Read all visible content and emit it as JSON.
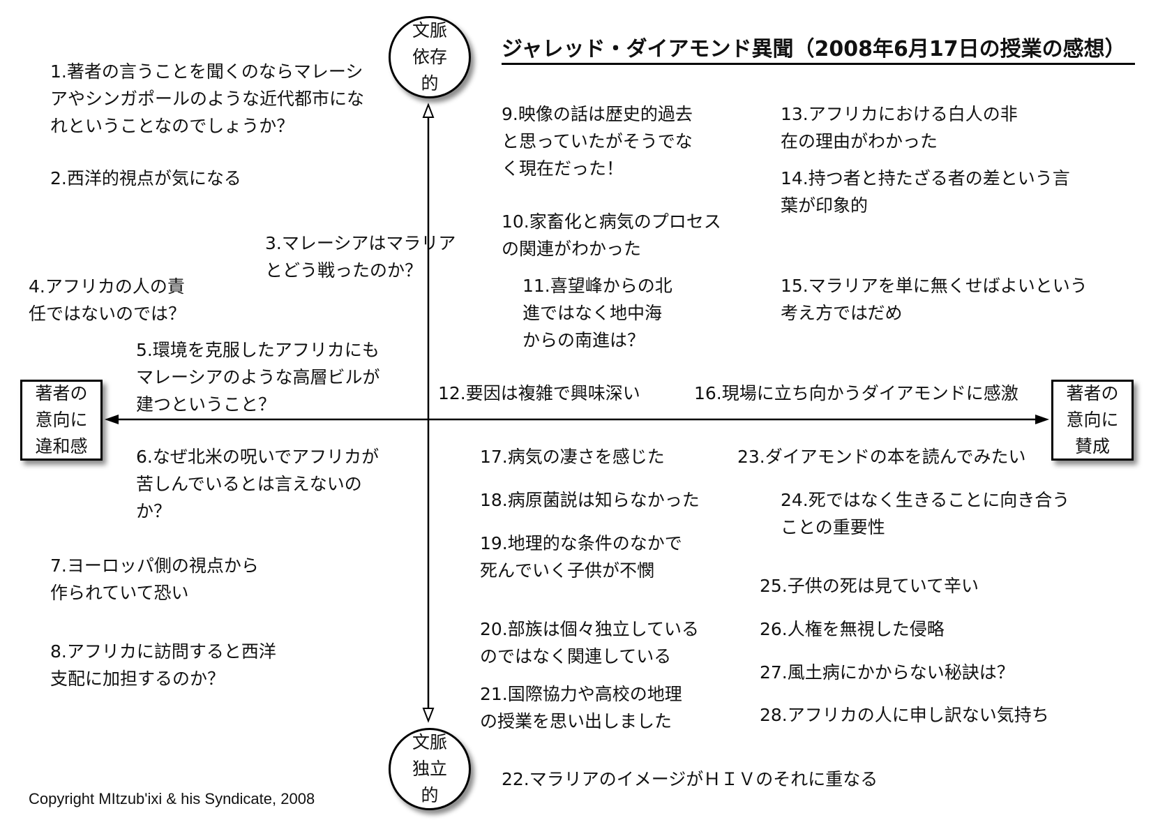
{
  "title": "ジャレッド・ダイアモンド異聞（2008年6月17日の授業の感想）",
  "axes": {
    "top": [
      "文脈",
      "依存",
      "的"
    ],
    "bottom": [
      "文脈",
      "独立",
      "的"
    ],
    "left": [
      "著者の",
      "意向に",
      "違和感"
    ],
    "right": [
      "著者の",
      "意向に",
      "賛成"
    ]
  },
  "comments": [
    {
      "lines": [
        "1.著者の言うことを聞くのならマレーシ",
        "アやシンガポールのような近代都市にな",
        "れということなのでしょうか？"
      ]
    },
    {
      "lines": [
        "2.西洋的視点が気になる"
      ]
    },
    {
      "lines": [
        "3.マレーシアはマラリア",
        "とどう戦ったのか？"
      ]
    },
    {
      "lines": [
        "4.アフリカの人の責",
        "任ではないのでは？"
      ]
    },
    {
      "lines": [
        "5.環境を克服したアフリカにも",
        "マレーシアのような高層ビルが",
        "建つということ？"
      ]
    },
    {
      "lines": [
        "6.なぜ北米の呪いでアフリカが",
        "苦しんでいるとは言えないの",
        "か？"
      ]
    },
    {
      "lines": [
        "7.ヨーロッパ側の視点から",
        "作られていて恐い"
      ]
    },
    {
      "lines": [
        "8.アフリカに訪問すると西洋",
        "支配に加担するのか？"
      ]
    },
    {
      "lines": [
        "9.映像の話は歴史的過去",
        "と思っていたがそうでな",
        "く現在だった！"
      ]
    },
    {
      "lines": [
        "10.家畜化と病気のプロセス",
        "の関連がわかった"
      ]
    },
    {
      "lines": [
        "11.喜望峰からの北",
        "進ではなく地中海",
        "からの南進は？"
      ]
    },
    {
      "lines": [
        "12.要因は複雑で興味深い"
      ]
    },
    {
      "lines": [
        "13.アフリカにおける白人の非",
        "在の理由がわかった"
      ]
    },
    {
      "lines": [
        "14.持つ者と持たざる者の差という言",
        "葉が印象的"
      ]
    },
    {
      "lines": [
        "15.マラリアを単に無くせばよいという",
        "考え方ではだめ"
      ]
    },
    {
      "lines": [
        "16.現場に立ち向かうダイアモンドに感激"
      ]
    },
    {
      "lines": [
        "17.病気の凄さを感じた"
      ]
    },
    {
      "lines": [
        "18.病原菌説は知らなかった"
      ]
    },
    {
      "lines": [
        "19.地理的な条件のなかで",
        "死んでいく子供が不憫"
      ]
    },
    {
      "lines": [
        "20.部族は個々独立している",
        "のではなく関連している"
      ]
    },
    {
      "lines": [
        "21.国際協力や高校の地理",
        "の授業を思い出しました"
      ]
    },
    {
      "lines": [
        "22.マラリアのイメージがＨＩＶのそれに重なる"
      ]
    },
    {
      "lines": [
        "23.ダイアモンドの本を読んでみたい"
      ]
    },
    {
      "lines": [
        "24.死ではなく生きることに向き合う",
        "ことの重要性"
      ]
    },
    {
      "lines": [
        "25.子供の死は見ていて辛い"
      ]
    },
    {
      "lines": [
        "26.人権を無視した侵略"
      ]
    },
    {
      "lines": [
        "27.風土病にかからない秘訣は？"
      ]
    },
    {
      "lines": [
        "28.アフリカの人に申し訳ない気持ち"
      ]
    }
  ],
  "copyright": "Copyright MItzub'ixi & his Syndicate, 2008"
}
